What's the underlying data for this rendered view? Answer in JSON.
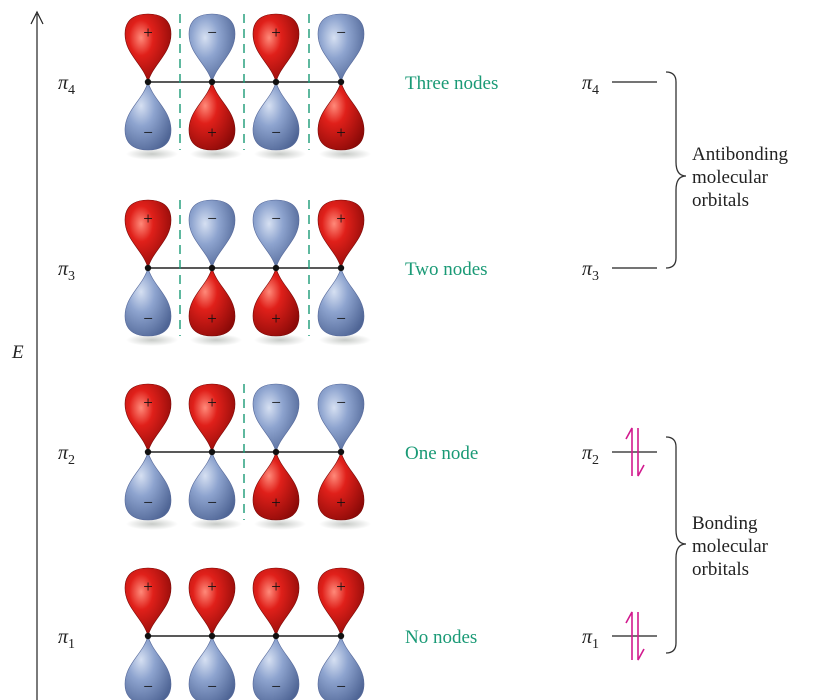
{
  "axis": {
    "label": "E"
  },
  "colors": {
    "positive_lobe": "#d41a1a",
    "negative_lobe": "#7f98c8",
    "node_label": "#1a9a76",
    "node_plane": "#1a9a76",
    "electron_arrow": "#d21a8e",
    "line": "#222222"
  },
  "orbitals": [
    {
      "name": "π",
      "subscript": "4",
      "node_label": "Three nodes",
      "node_count": 3,
      "top_signs": [
        "+",
        "−",
        "+",
        "−"
      ],
      "bottom_signs": [
        "−",
        "+",
        "−",
        "+"
      ],
      "electrons": 0
    },
    {
      "name": "π",
      "subscript": "3",
      "node_label": "Two nodes",
      "node_count": 2,
      "top_signs": [
        "+",
        "−",
        "−",
        "+"
      ],
      "bottom_signs": [
        "−",
        "+",
        "+",
        "−"
      ],
      "electrons": 0
    },
    {
      "name": "π",
      "subscript": "2",
      "node_label": "One node",
      "node_count": 1,
      "top_signs": [
        "+",
        "+",
        "−",
        "−"
      ],
      "bottom_signs": [
        "−",
        "−",
        "+",
        "+"
      ],
      "electrons": 2
    },
    {
      "name": "π",
      "subscript": "1",
      "node_label": "No nodes",
      "node_count": 0,
      "top_signs": [
        "+",
        "+",
        "+",
        "+"
      ],
      "bottom_signs": [
        "−",
        "−",
        "−",
        "−"
      ],
      "electrons": 2
    }
  ],
  "groups": {
    "antibonding": [
      "Antibonding",
      "molecular",
      "orbitals"
    ],
    "bonding": [
      "Bonding",
      "molecular",
      "orbitals"
    ]
  }
}
